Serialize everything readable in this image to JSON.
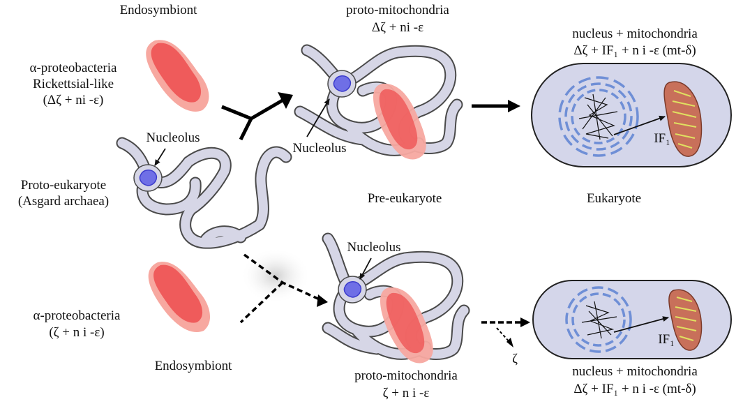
{
  "labels": {
    "endosymbiont_top": "Endosymbiont",
    "alpha_top_1": "α-proteobacteria",
    "alpha_top_2": "Rickettsial-like",
    "alpha_top_3": "(Δζ + ni -ε)",
    "nucleolus_left": "Nucleolus",
    "proto_euk_1": "Proto-eukaryote",
    "proto_euk_2": "(Asgard archaea)",
    "alpha_bottom_1": "α-proteobacteria",
    "alpha_bottom_2": "(ζ + n i -ε)",
    "endosymbiont_bottom": "Endosymbiont",
    "protomito_top_1": "proto-mitochondria",
    "protomito_top_2": "Δζ + ni -ε",
    "nucleolus_mid_top": "Nucleolus",
    "pre_eukaryote": "Pre-eukaryote",
    "nucleolus_mid_bottom": "Nucleolus",
    "protomito_bottom_1": "proto-mitochondria",
    "protomito_bottom_2": "ζ + n i -ε",
    "zeta": "ζ",
    "eukaryote": "Eukaryote",
    "nucmito_top_1": "nucleus + mitochondria",
    "nucmito_top_2": "Δζ +  IF₁ + n i -ε (mt-δ)",
    "if1_top": "IF₁",
    "if1_bottom": "IF₁",
    "nucmito_bottom_1": "nucleus + mitochondria",
    "nucmito_bottom_2": "Δζ +  IF₁ + n i -ε (mt-δ)"
  },
  "colors": {
    "bacterium_outer": "#f7a8a0",
    "bacterium_inner": "#ef5b5b",
    "archaea_fill": "#d6d6e6",
    "archaea_stroke": "#4a4a4a",
    "nucleolus": "#6f6fe6",
    "cell_fill": "#d4d6ea",
    "er": "#6f8fd6",
    "chromatin": "#111111",
    "mito_fill": "#c8705a",
    "cristae": "#e0e060"
  }
}
